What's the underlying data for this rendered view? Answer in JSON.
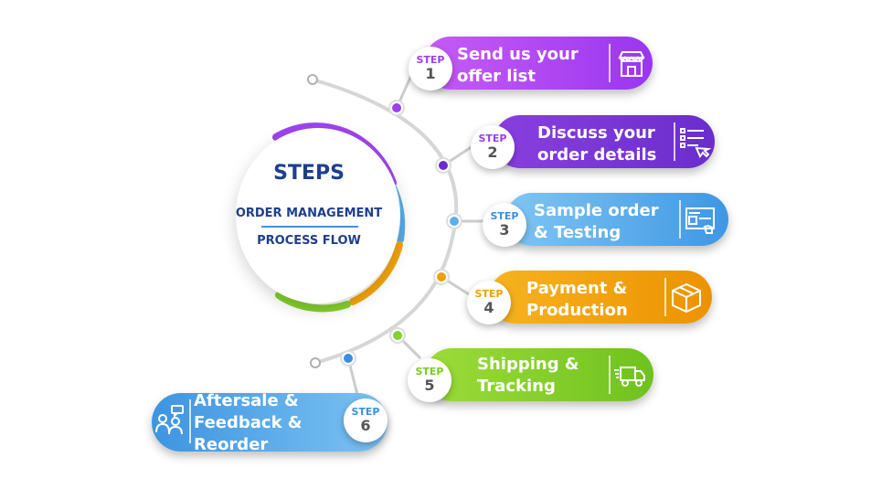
{
  "hub": {
    "title": "STEPS",
    "subtitle_line1": "ORDER MANAGEMENT",
    "subtitle_line2": "PROCESS FLOW"
  },
  "step_word": "STEP",
  "steps": [
    {
      "number": "1",
      "line1": "Send us your",
      "line2": "offer list",
      "line3": "",
      "icon": "store-icon",
      "color": "#a640f5"
    },
    {
      "number": "2",
      "line1": "Discuss your",
      "line2": "order details",
      "line3": "",
      "icon": "checklist-icon",
      "color": "#7b35d8"
    },
    {
      "number": "3",
      "line1": "Sample order",
      "line2": "& Testing",
      "line3": "",
      "icon": "testing-screen-icon",
      "color": "#5ab0ec"
    },
    {
      "number": "4",
      "line1": "Payment &",
      "line2": "Production",
      "line3": "",
      "icon": "package-box-icon",
      "color": "#f3a60a"
    },
    {
      "number": "5",
      "line1": "Shipping &",
      "line2": "Tracking",
      "line3": "",
      "icon": "delivery-truck-icon",
      "color": "#86d12e"
    },
    {
      "number": "6",
      "line1": "Aftersale &",
      "line2": "Feedback &",
      "line3": "Reorder",
      "icon": "customer-feedback-icon",
      "color": "#5aaeea"
    }
  ]
}
